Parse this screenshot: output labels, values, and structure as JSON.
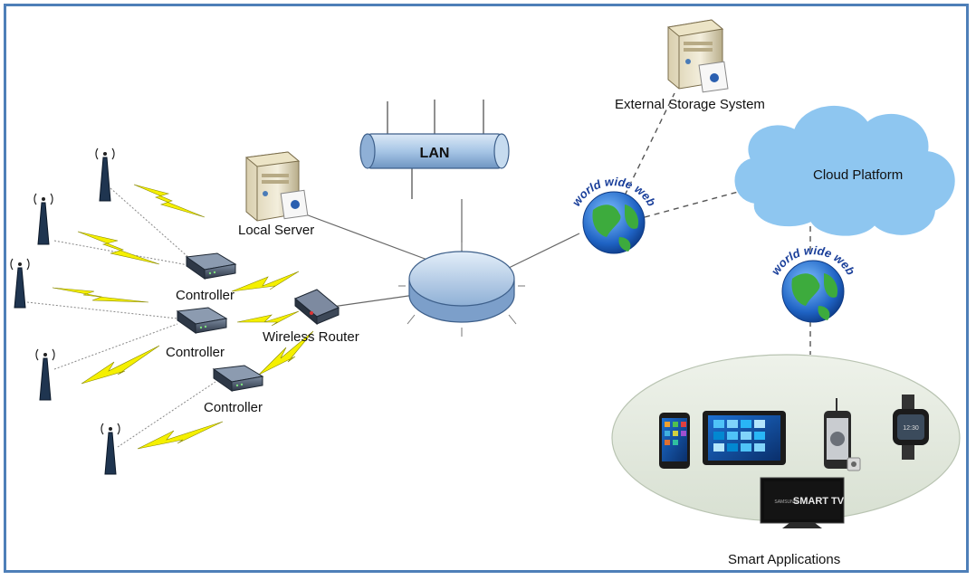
{
  "labels": {
    "lan": "LAN",
    "local_server": "Local Server",
    "external_storage": "External Storage System",
    "cloud_platform": "Cloud Platform",
    "controller_1": "Controller",
    "controller_2": "Controller",
    "controller_3": "Controller",
    "wireless_router": "Wireless Router",
    "smart_applications": "Smart Applications",
    "www_1": "world wide web",
    "www_2": "world wide web",
    "tv_brand": "SAMSUNG",
    "tv_logo": "SMART TV"
  },
  "colors": {
    "frame": "#4e7fb8",
    "lightning": "#f5f000",
    "cloud": "#8ec6f0",
    "lan_pipe": "#a7c6e6",
    "hub": "#b7cfe9",
    "ellipse": "#e4ebe0"
  }
}
